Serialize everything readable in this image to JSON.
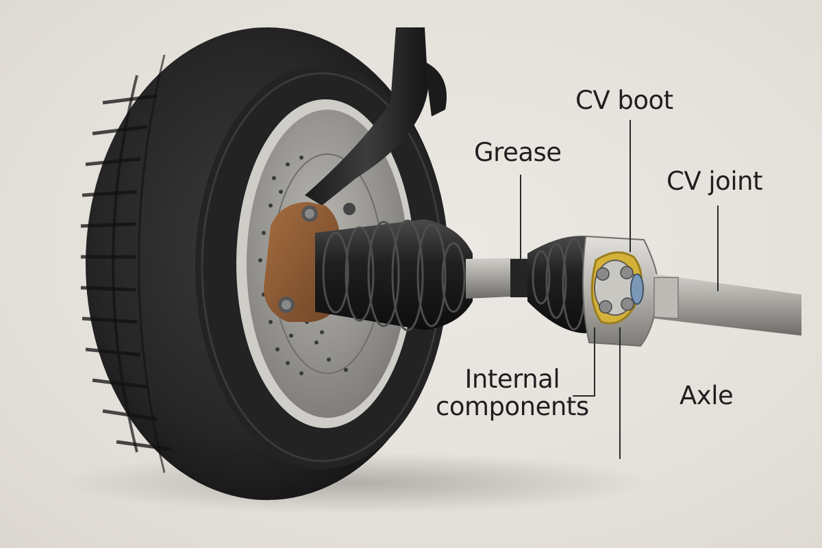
{
  "labels": {
    "grease": "Grease",
    "cv_boot": "CV boot",
    "cv_joint": "CV joint",
    "axle": "Axle",
    "internal_components_line1": "Internal",
    "internal_components_line2": "components"
  },
  "colors": {
    "background": "#e6e2dc",
    "tire": "#2a2a2a",
    "rotor": "#9a9893",
    "knuckle": "#8a5a36",
    "boot": "#1e1e1e",
    "shaft": "#a9a7a2",
    "grease": "#d4b23a",
    "leader_line": "#2a2a2a"
  }
}
